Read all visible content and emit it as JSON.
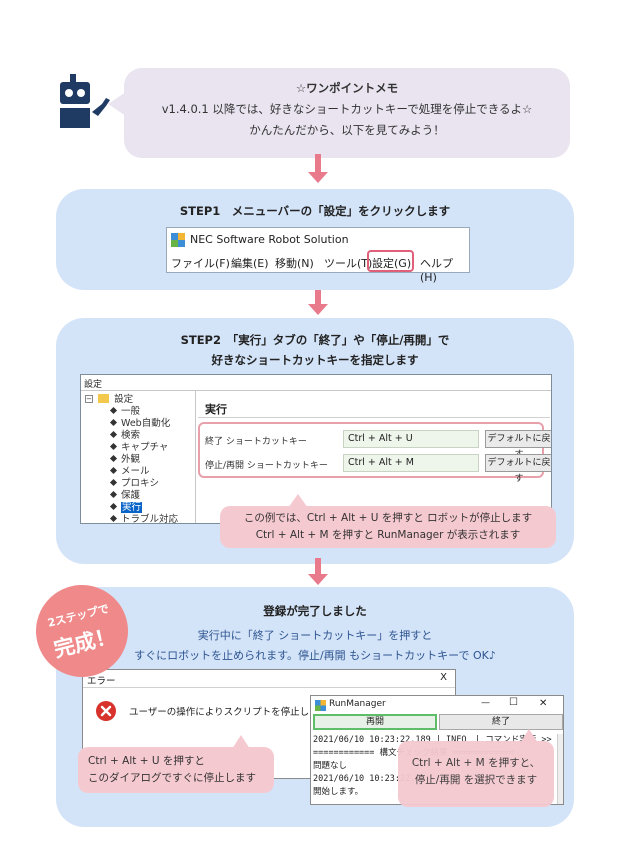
{
  "memo": {
    "title": "☆ワンポイントメモ",
    "line1": "v1.4.0.1 以降では、好きなショートカットキーで処理を停止できるよ☆",
    "line2": "かんたんだから、以下を見てみよう！"
  },
  "step1": {
    "title": "STEP1　メニューバーの「設定」をクリックします",
    "app_title": "NEC Software Robot Solution",
    "menu": [
      "ファイル(F)",
      "編集(E)",
      "移動(N)",
      "ツール(T)",
      "設定(G)",
      "ヘルプ(H)"
    ]
  },
  "step2": {
    "title_line1": "STEP2　「実行」タブの「終了」や「停止/再開」で",
    "title_line2": "好きなショートカットキーを指定します",
    "window_title": "設定",
    "tree_root": "設定",
    "tree_items": [
      "一般",
      "Web自動化",
      "検索",
      "キャプチャ",
      "外観",
      "メール",
      "プロキシ",
      "保護",
      "実行",
      "トラブル対応"
    ],
    "section_title": "実行",
    "row1_label": "終了 ショートカットキー",
    "row1_value": "Ctrl + Alt + U",
    "row2_label": "停止/再開 ショートカットキー",
    "row2_value": "Ctrl + Alt + M",
    "default_btn": "デフォルトに戻す",
    "callout_line1": "この例では、Ctrl + Alt + U を押すと ロボットが停止します",
    "callout_line2": "Ctrl + Alt + M を押すと RunManager が表示されます"
  },
  "done": {
    "badge_top": "2ステップで",
    "badge_main": "完成！",
    "title": "登録が完了しました",
    "line1": "実行中に「終了 ショートカットキー」を押すと",
    "line2": "すぐにロボットを止められます。停止/再開 もショートカットキーで OK♪",
    "error_title": "エラー",
    "error_close": "X",
    "error_message": "ユーザーの操作によりスクリプトを停止しました。",
    "rm_title": "RunManager",
    "rm_minimize": "—",
    "rm_maximize": "☐",
    "rm_close": "✕",
    "rm_btn_resume": "再開",
    "rm_btn_end": "終了",
    "rm_log": [
      "2021/06/10 10:23:22.189 | INFO　| コマンド実行 >>",
      "============ 構文チェック結果 ============",
      "問題なし",
      "2021/06/10 10:23:22.85",
      "開始します。"
    ],
    "callout_left_line1": "Ctrl + Alt + U を押すと",
    "callout_left_line2": "このダイアログですぐに停止します",
    "callout_right_line1": "Ctrl + Alt + M を押すと、",
    "callout_right_line2": "停止/再開 を選択できます"
  },
  "colors": {
    "panel": "#d3e3f8",
    "memo": "#e9e4f0",
    "accent": "#e87a8c",
    "callout": "#f5c9d0"
  }
}
